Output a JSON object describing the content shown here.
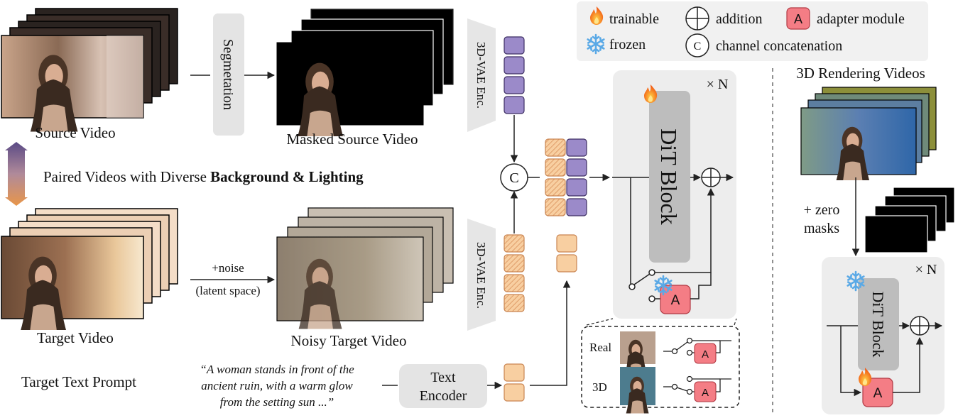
{
  "legend": {
    "trainable": "trainable",
    "frozen": "frozen",
    "addition": "addition",
    "channel_concat": "channel concatenation",
    "adapter": "adapter module",
    "adapter_letter": "A",
    "concat_letter": "C"
  },
  "labels": {
    "source_video": "Source Video",
    "segmentation": "Segmetation",
    "masked_source_video": "Masked Source Video",
    "vae_enc_top": "3D-VAE Enc.",
    "vae_enc_bottom": "3D-VAE Enc.",
    "paired_prefix": "Paired Videos with Diverse ",
    "paired_bold": "Background & Lighting",
    "target_video": "Target Video",
    "noise": "+noise",
    "latent_space": "(latent space)",
    "noisy_target_video": "Noisy Target Video",
    "target_text_prompt": "Target Text Prompt",
    "prompt_line1": "“A woman stands in front of the",
    "prompt_line2": "ancient ruin, with a warm glow",
    "prompt_line3": "from the setting sun ...”",
    "text_encoder_line1": "Text",
    "text_encoder_line2": "Encoder",
    "times_n_main": "× N",
    "dit_block_main": "DiT Block",
    "real": "Real",
    "three_d": "3D",
    "rendering_videos": "3D Rendering Videos",
    "zero_line1": "+ zero",
    "zero_line2": "masks",
    "times_n_right": "× N",
    "dit_block_right": "DiT Block"
  },
  "colors": {
    "purple": "#9b8ac9",
    "orange": "#f8cfa1",
    "adapter_red": "#f47d85",
    "gray_panel": "#ececec",
    "gray_block": "#bdbdbd",
    "arrow_purple": "#5e4a86",
    "arrow_orange": "#e8964a"
  }
}
